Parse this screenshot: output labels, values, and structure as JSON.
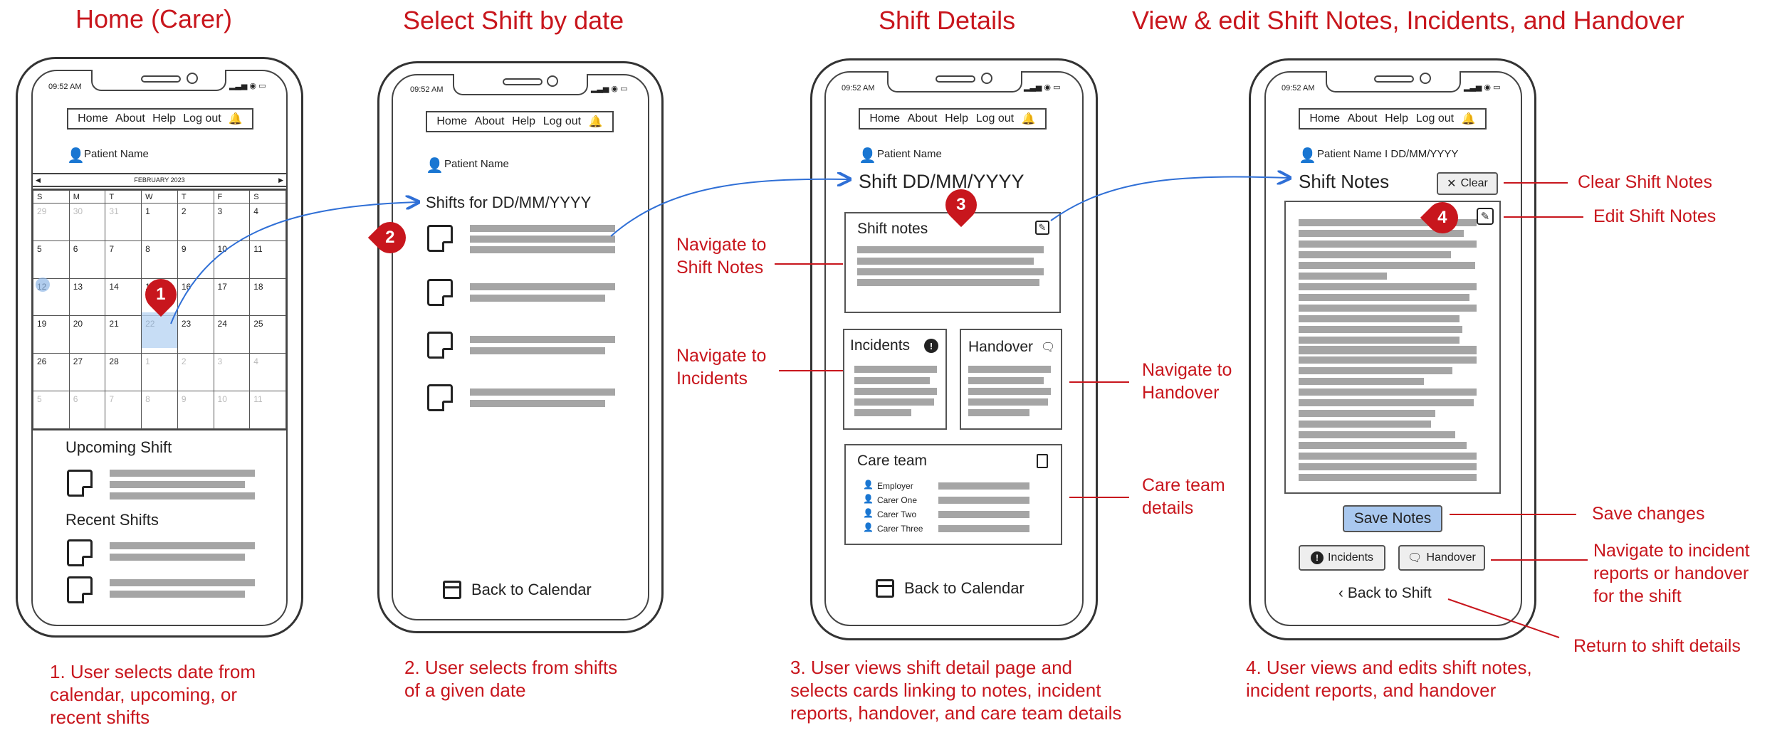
{
  "titles": [
    "Home (Carer)",
    "Select Shift by date",
    "Shift Details",
    "View & edit Shift Notes, Incidents, and Handover"
  ],
  "status_time": "09:52 AM",
  "nav": {
    "home": "Home",
    "about": "About",
    "help": "Help",
    "logout": "Log out"
  },
  "screen1": {
    "patient": "Patient Name",
    "month": "FEBRUARY 2023",
    "weekdays": [
      "S",
      "M",
      "T",
      "W",
      "T",
      "F",
      "S"
    ],
    "weeks": [
      [
        "29",
        "30",
        "31",
        "1",
        "2",
        "3",
        "4"
      ],
      [
        "5",
        "6",
        "7",
        "8",
        "9",
        "10",
        "11"
      ],
      [
        "12",
        "13",
        "14",
        "15",
        "16",
        "17",
        "18"
      ],
      [
        "19",
        "20",
        "21",
        "22",
        "23",
        "24",
        "25"
      ],
      [
        "26",
        "27",
        "28",
        "1",
        "2",
        "3",
        "4"
      ],
      [
        "5",
        "6",
        "7",
        "8",
        "9",
        "10",
        "11"
      ]
    ],
    "upcoming": "Upcoming Shift",
    "recent": "Recent Shifts"
  },
  "screen2": {
    "patient": "Patient Name",
    "shifts_for": "Shifts for DD/MM/YYYY",
    "back": "Back to Calendar"
  },
  "screen3": {
    "patient": "Patient Name",
    "shift": "Shift DD/MM/YYYY",
    "shift_notes": "Shift notes",
    "incidents": "Incidents",
    "handover": "Handover",
    "care_team": "Care team",
    "members": [
      "Employer",
      "Carer One",
      "Carer Two",
      "Carer Three"
    ],
    "back": "Back to Calendar"
  },
  "screen4": {
    "patient": "Patient Name I DD/MM/YYYY",
    "heading": "Shift Notes",
    "clear": "Clear",
    "save": "Save Notes",
    "incidents": "Incidents",
    "handover": "Handover",
    "back": "Back to Shift"
  },
  "markers": [
    "1",
    "2",
    "3",
    "4"
  ],
  "annotations": {
    "nav_notes": "Navigate to\nShift Notes",
    "nav_incidents": "Navigate to\nIncidents",
    "nav_handover": "Navigate to\nHandover",
    "care_details": "Care team\ndetails",
    "clear_notes": "Clear Shift Notes",
    "edit_notes": "Edit Shift Notes",
    "save_changes": "Save changes",
    "nav_reports": "Navigate to incident\nreports or handover\nfor the shift",
    "return": "Return to shift details"
  },
  "captions": [
    "1. User selects date from\ncalendar, upcoming, or\nrecent shifts",
    "2. User selects from shifts\nof a given date",
    "3. User views shift detail page and\nselects cards linking to notes, incident\nreports, handover, and care team details",
    "4. User views and edits shift notes,\nincident reports, and handover"
  ],
  "colors": {
    "accent": "#c8161d",
    "connector": "#2f6fd6",
    "highlight": "#b9d4f2",
    "save_button": "#a9c8ef"
  }
}
